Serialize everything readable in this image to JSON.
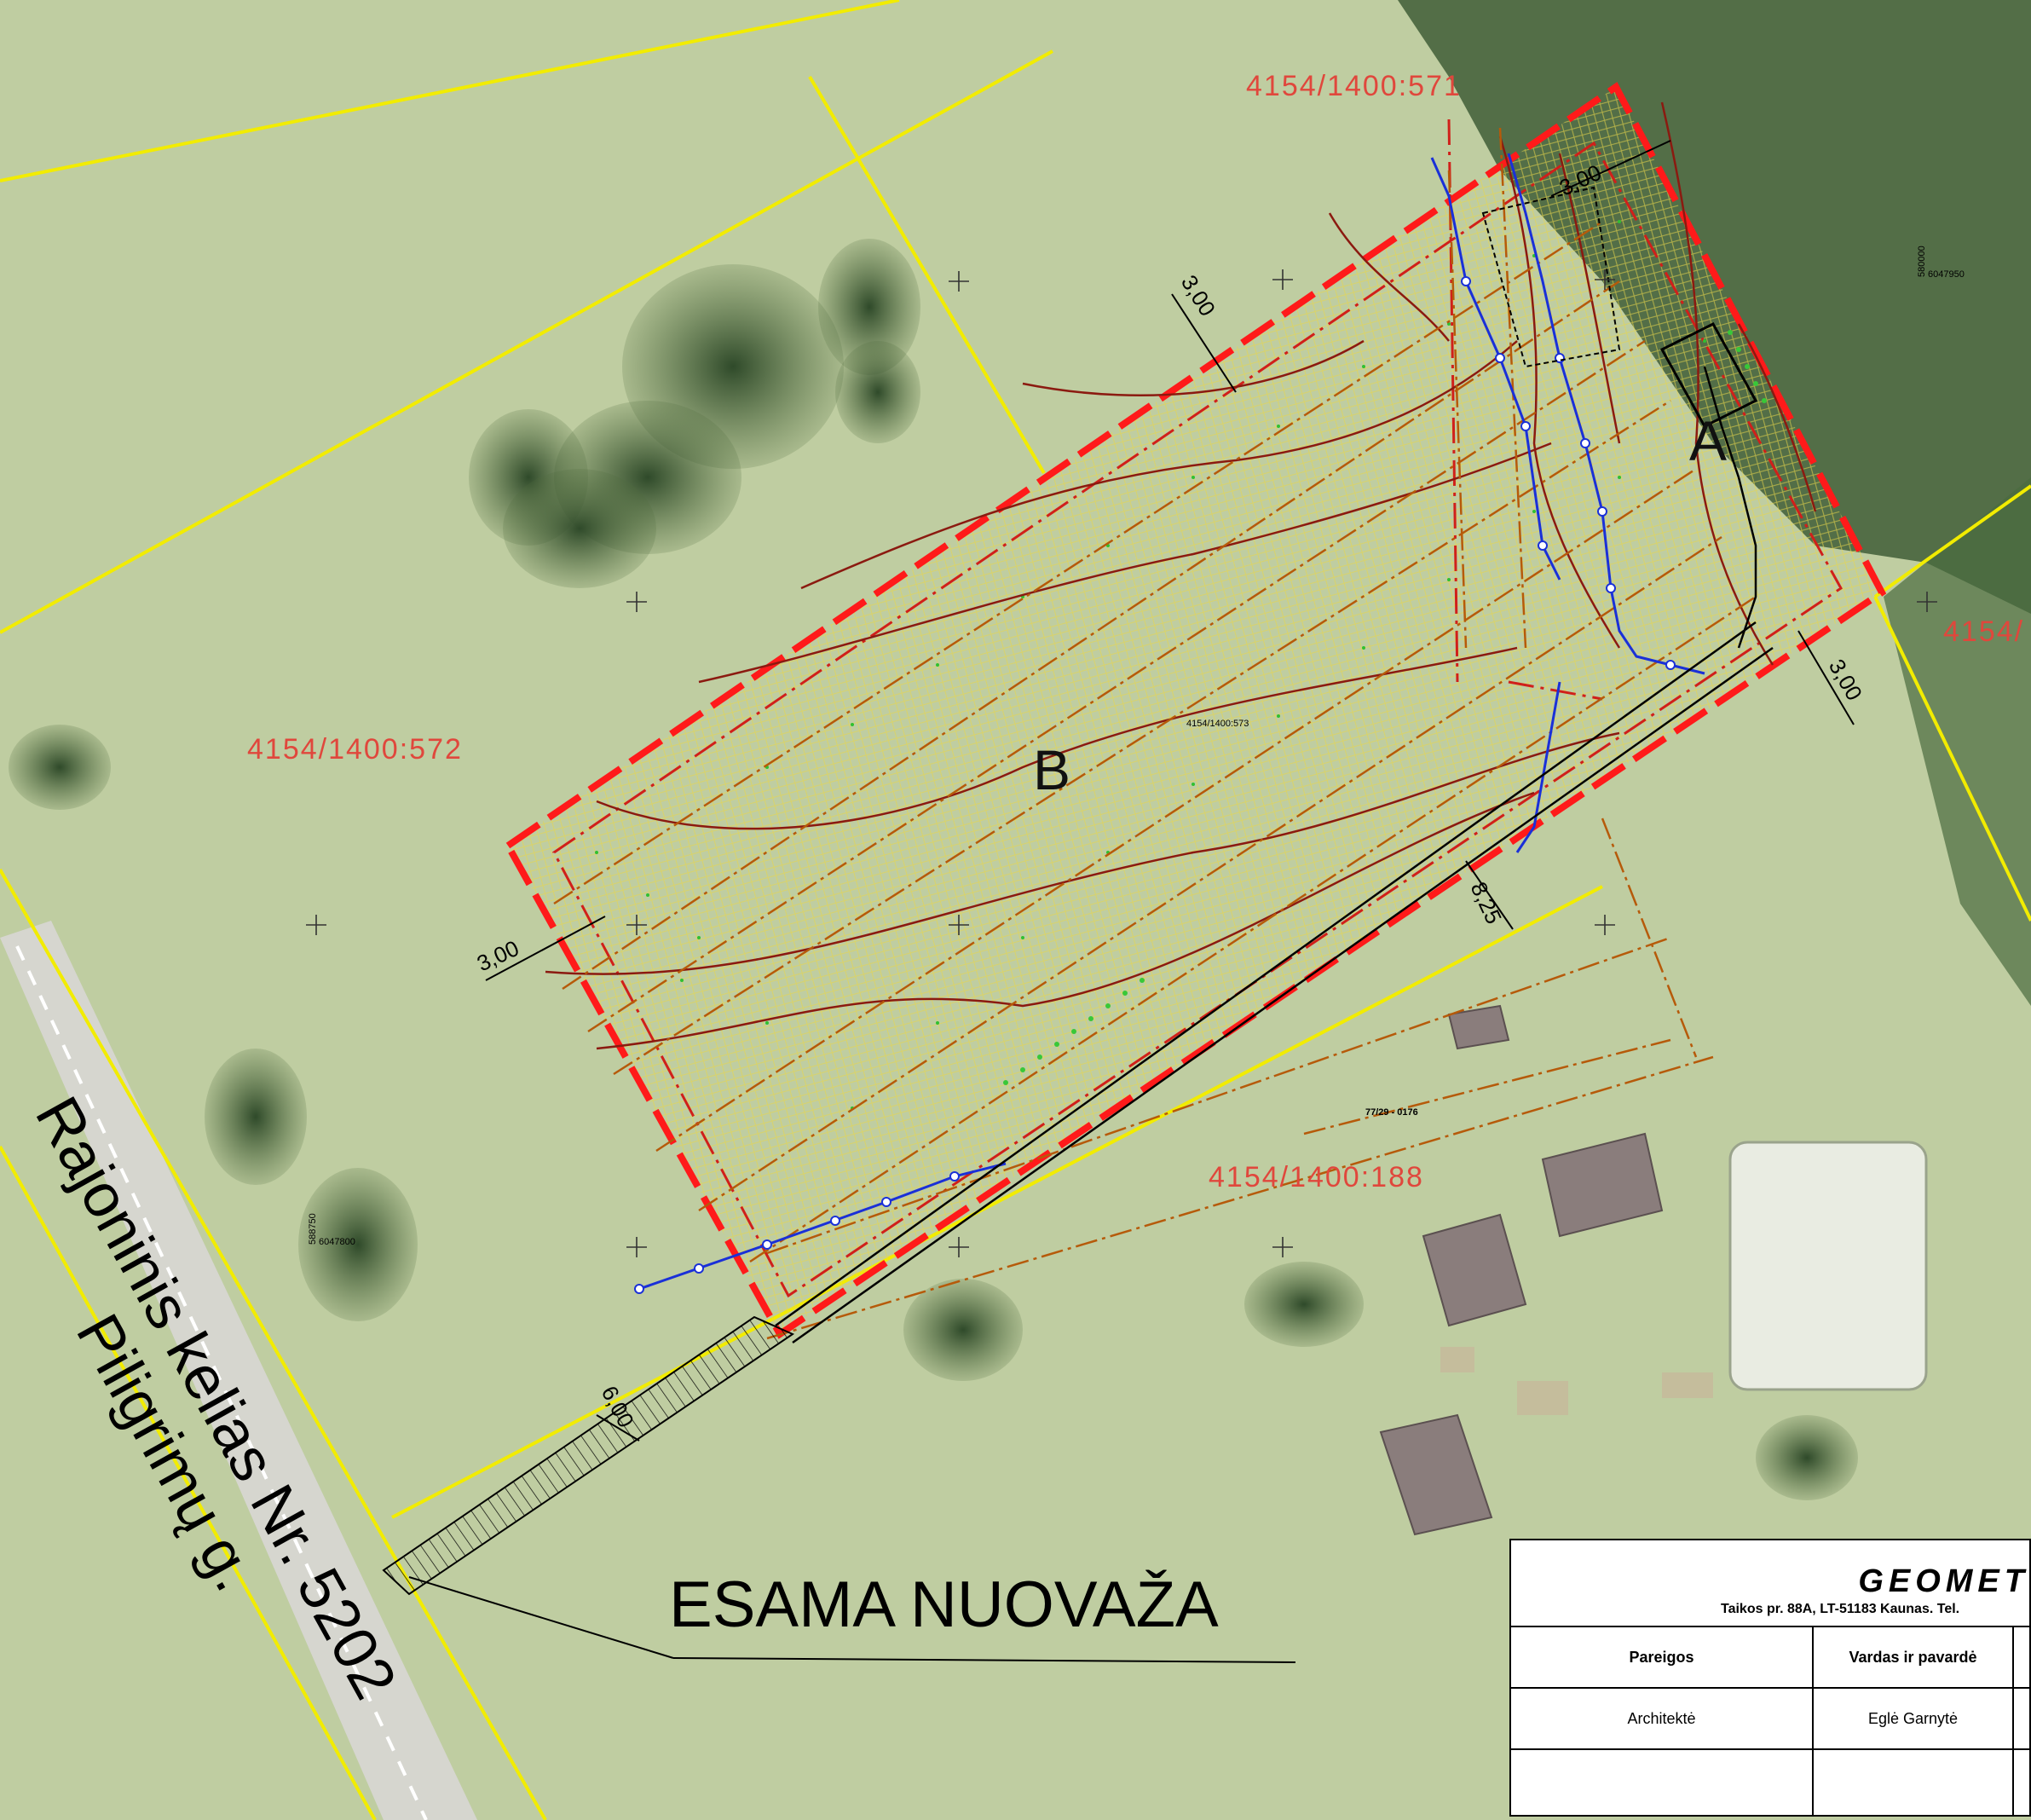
{
  "parcels": {
    "p571": "4154/1400:571",
    "p572": "4154/1400:572",
    "p188": "4154/1400:188",
    "p_right": "4154/",
    "p573": "4154/1400:573",
    "road_parcel": "77/29 - 0176"
  },
  "zones": {
    "a": "A",
    "b": "B"
  },
  "dimensions": {
    "top_left_offset": "3,00",
    "top_right_offset": "3,00",
    "right_offset": "3,00",
    "left_offset": "3,00",
    "road_offset": "8,25",
    "access_width": "6,00"
  },
  "coordinates": {
    "grid_x_top": "6047950",
    "grid_y_top": "580000",
    "grid_x_bottom": "6047800",
    "grid_y_bottom": "588750"
  },
  "road": {
    "name_1": "Rajoninis kelias Nr. 5202",
    "name_2": "Piligrimų g."
  },
  "callout": {
    "text": "ESAMA NUOVAŽA"
  },
  "title_block": {
    "company": "GEOMET",
    "address": "Taikos pr. 88A, LT-51183 Kaunas. Tel.",
    "col_position": "Pareigos",
    "col_name": "Vardas ir pavardė",
    "row1_position": "Architektė",
    "row1_name": "Eglė Garnytė"
  },
  "colors": {
    "boundary": "#ff1a1a",
    "cadastre": "#f5f000",
    "contour": "#8b1a10",
    "water": "#1030d8",
    "utility": "#b65a0a",
    "grass_hatch": "#e6d24a",
    "green_points": "#2fbf2f"
  }
}
